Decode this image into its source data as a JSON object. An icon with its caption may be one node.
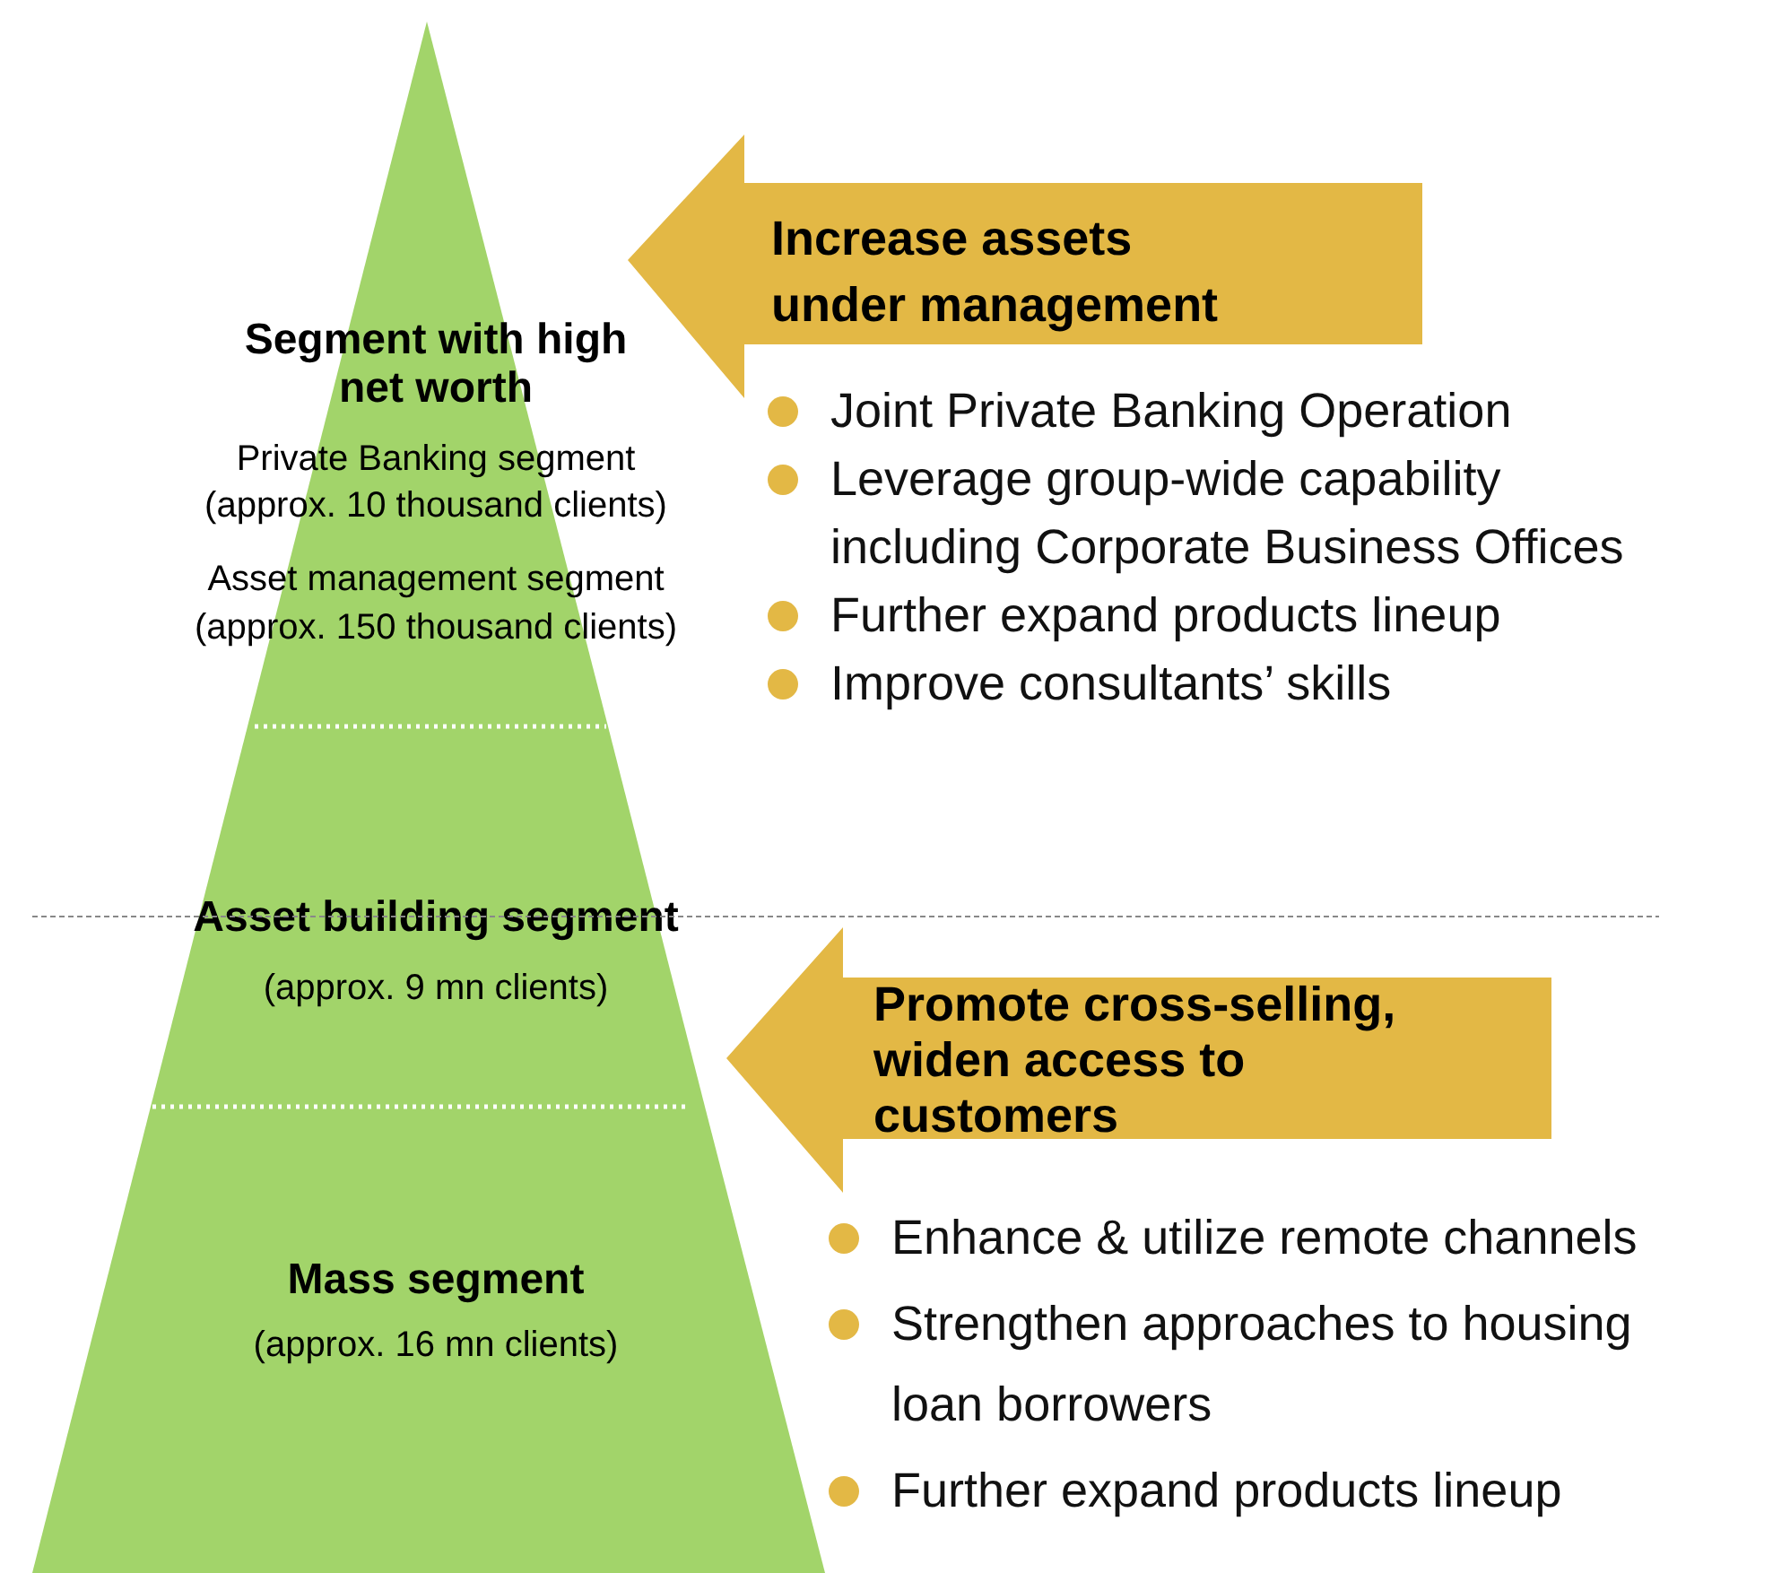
{
  "diagram": {
    "nodes": [
      {
        "text": [
          "Segment with high net worth",
          "Private Banking segment (approx. 10 thousand clients)",
          "Asset management segment (approx. 150 thousand clients)"
        ]
      },
      {
        "text": [
          "Asset building segment",
          "(approx. 9 mn clients)"
        ]
      },
      {
        "text": [
          "Mass segment",
          "(approx. 16 mn clients)"
        ]
      },
      {
        "text": [
          "Increase assets under management"
        ]
      },
      {
        "text": [
          "Promote cross-selling, widen access to customers"
        ]
      }
    ],
    "labels": [
      "Joint Private Banking Operation",
      "Leverage group-wide capability including Corporate Business Offices",
      "Further expand products lineup",
      "Improve consultants’ skills",
      "Enhance & utilize remote channels",
      "Strengthen approaches to housing loan borrowers",
      "Further expand products lineup"
    ]
  }
}
